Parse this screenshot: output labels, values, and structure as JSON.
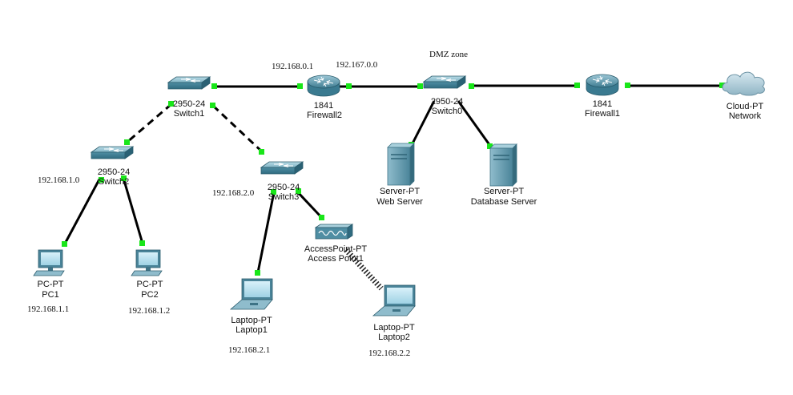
{
  "zone_label": "DMZ zone",
  "devices": {
    "switch1": {
      "model": "2950-24",
      "name": "Switch1",
      "icon": "switch-icon"
    },
    "switch2": {
      "model": "2950-24",
      "name": "Switch2",
      "icon": "switch-icon"
    },
    "switch3": {
      "model": "2950-24",
      "name": "Switch3",
      "icon": "switch-icon"
    },
    "switch0": {
      "model": "2950-24",
      "name": "Switch0",
      "icon": "switch-icon"
    },
    "firewall2": {
      "model": "1841",
      "name": "Firewall2",
      "icon": "router-icon"
    },
    "firewall1": {
      "model": "1841",
      "name": "Firewall1",
      "icon": "router-icon"
    },
    "cloud": {
      "model": "Cloud-PT",
      "name": "Network",
      "icon": "cloud-icon"
    },
    "web_server": {
      "model": "Server-PT",
      "name": "Web Server",
      "icon": "server-icon"
    },
    "db_server": {
      "model": "Server-PT",
      "name": "Database Server",
      "icon": "server-icon"
    },
    "pc1": {
      "model": "PC-PT",
      "name": "PC1",
      "icon": "pc-icon"
    },
    "pc2": {
      "model": "PC-PT",
      "name": "PC2",
      "icon": "pc-icon"
    },
    "laptop1": {
      "model": "Laptop-PT",
      "name": "Laptop1",
      "icon": "laptop-icon"
    },
    "laptop2": {
      "model": "Laptop-PT",
      "name": "Laptop2",
      "icon": "laptop-icon"
    },
    "ap1": {
      "model": "AccessPoint-PT",
      "name": "Access Point1",
      "icon": "access-point-icon"
    }
  },
  "ip_labels": {
    "fw2_inside": "192.168.0.1",
    "fw2_outside": "192.167.0.0",
    "switch2_net": "192.168.1.0",
    "switch3_net": "192.168.2.0",
    "pc1_ip": "192.168.1.1",
    "pc2_ip": "192.168.1.2",
    "laptop1_ip": "192.168.2.1",
    "laptop2_ip": "192.168.2.2"
  },
  "port_color": "#19e619"
}
